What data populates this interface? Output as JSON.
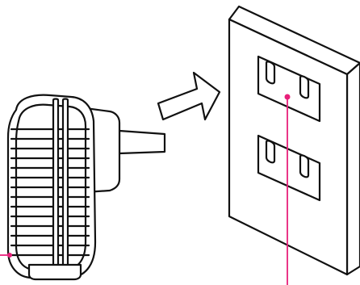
{
  "diagram": {
    "line_color": "#111111",
    "leader_color": "#e8207a",
    "background": "#ffffff",
    "components": [
      "plug-in-power-adapter",
      "insertion-arrow",
      "duplex-wall-outlet"
    ]
  }
}
